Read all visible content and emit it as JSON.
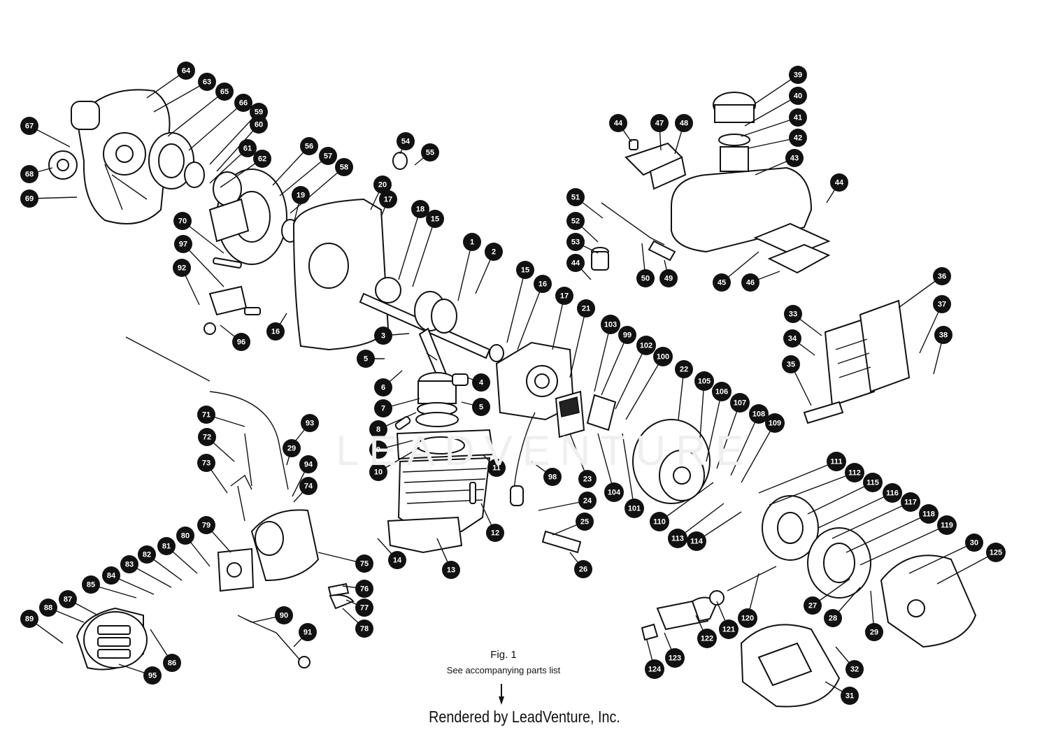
{
  "figure": {
    "title": "Fig. 1",
    "subtitle": "See accompanying parts list",
    "credit": "Rendered by LeadVenture, Inc.",
    "watermark": "LEADVENTURE"
  },
  "callouts": [
    "1",
    "2",
    "3",
    "4",
    "5",
    "5",
    "6",
    "7",
    "8",
    "9",
    "10",
    "11",
    "12",
    "13",
    "14",
    "15",
    "15",
    "16",
    "16",
    "17",
    "17",
    "18",
    "19",
    "20",
    "21",
    "22",
    "23",
    "24",
    "25",
    "26",
    "27",
    "28",
    "29",
    "29",
    "30",
    "31",
    "32",
    "33",
    "34",
    "35",
    "36",
    "37",
    "38",
    "39",
    "40",
    "41",
    "42",
    "43",
    "44",
    "44",
    "44",
    "45",
    "46",
    "47",
    "48",
    "49",
    "50",
    "51",
    "52",
    "53",
    "54",
    "55",
    "56",
    "57",
    "58",
    "59",
    "60",
    "61",
    "62",
    "63",
    "64",
    "65",
    "66",
    "67",
    "68",
    "69",
    "70",
    "71",
    "72",
    "73",
    "74",
    "75",
    "76",
    "77",
    "78",
    "79",
    "80",
    "81",
    "82",
    "83",
    "84",
    "85",
    "86",
    "87",
    "88",
    "89",
    "90",
    "91",
    "92",
    "93",
    "94",
    "95",
    "96",
    "97",
    "98",
    "99",
    "100",
    "101",
    "102",
    "103",
    "104",
    "105",
    "106",
    "107",
    "108",
    "109",
    "110",
    "111",
    "112",
    "113",
    "114",
    "115",
    "116",
    "117",
    "118",
    "119",
    "120",
    "121",
    "122",
    "123",
    "124",
    "125"
  ]
}
